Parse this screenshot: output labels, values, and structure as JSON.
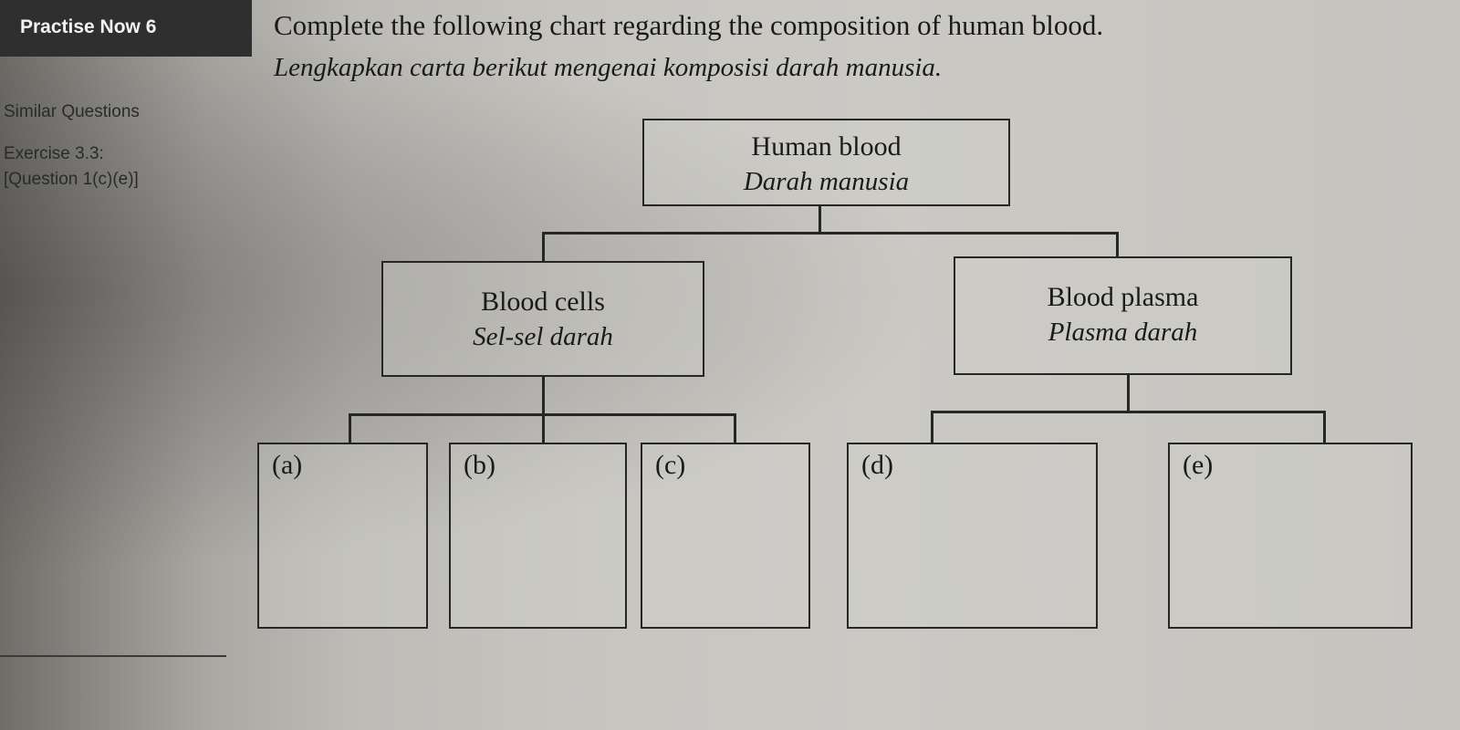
{
  "header": {
    "tag": "Practise Now 6",
    "question_en": "Complete the following chart regarding the composition of human blood.",
    "question_ms": "Lengkapkan carta berikut mengenai komposisi darah manusia."
  },
  "sidebar": {
    "heading": "Similar Questions",
    "exercise": "Exercise 3.3:",
    "question_ref": "[Question 1(c)(e)]"
  },
  "chart": {
    "root": {
      "en": "Human blood",
      "ms": "Darah manusia"
    },
    "branches": [
      {
        "en": "Blood cells",
        "ms": "Sel-sel darah"
      },
      {
        "en": "Blood plasma",
        "ms": "Plasma darah"
      }
    ],
    "blanks": [
      "(a)",
      "(b)",
      "(c)",
      "(d)",
      "(e)"
    ]
  }
}
